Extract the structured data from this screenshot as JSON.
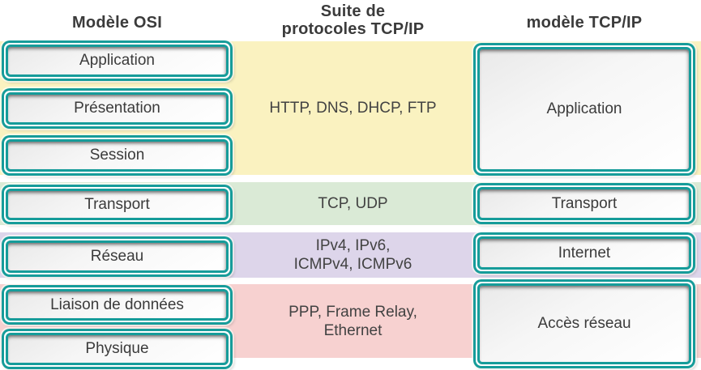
{
  "headers": {
    "osi_model": "Modèle OSI",
    "protocol_suite_line1": "Suite de",
    "protocol_suite_line2": "protocoles TCP/IP",
    "tcpip_model": "modèle TCP/IP"
  },
  "osi_layers": [
    {
      "label": "Application"
    },
    {
      "label": "Présentation"
    },
    {
      "label": "Session"
    },
    {
      "label": "Transport"
    },
    {
      "label": "Réseau"
    },
    {
      "label": "Liaison de données"
    },
    {
      "label": "Physique"
    }
  ],
  "protocol_bands": [
    {
      "name": "application-protocols",
      "color": "#FAF2C0",
      "line1": "HTTP, DNS, DHCP, FTP",
      "line2": ""
    },
    {
      "name": "transport-protocols",
      "color": "#DAEAD6",
      "line1": "TCP, UDP",
      "line2": ""
    },
    {
      "name": "internet-protocols",
      "color": "#DDD5EA",
      "line1": "IPv4, IPv6,",
      "line2": "ICMPv4, ICMPv6"
    },
    {
      "name": "network-access-protocols",
      "color": "#F7D1D0",
      "line1": "PPP, Frame Relay,",
      "line2": "Ethernet"
    }
  ],
  "tcpip_layers": [
    {
      "label": "Application"
    },
    {
      "label": "Transport"
    },
    {
      "label": "Internet"
    },
    {
      "label": "Accès réseau"
    }
  ],
  "colors": {
    "teal_border": "#169C9A",
    "text": "#3B3B3B",
    "band_yellow": "#FAF2C0",
    "band_green": "#DAEAD6",
    "band_purple": "#DDD5EA",
    "band_pink": "#F7D1D0"
  }
}
